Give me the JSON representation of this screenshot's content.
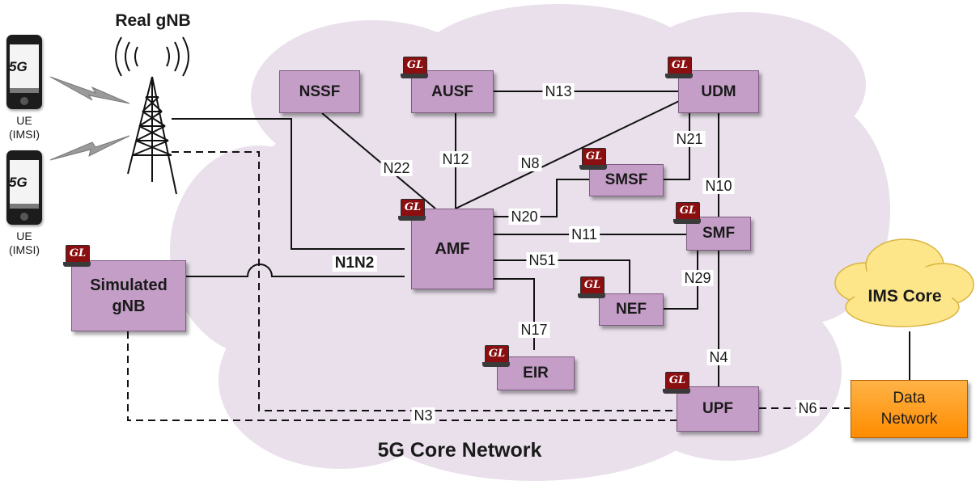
{
  "title": "Real gNB",
  "cloud_label": "5G Core Network",
  "ims_label": "IMS Core",
  "ue": {
    "line1": "UE",
    "line2": "(IMSI)",
    "screen_text": "5G"
  },
  "gl_badge": "GL",
  "nodes": {
    "nssf": "NSSF",
    "ausf": "AUSF",
    "udm": "UDM",
    "smsf": "SMSF",
    "amf": "AMF",
    "smf": "SMF",
    "nef": "NEF",
    "eir": "EIR",
    "upf": "UPF",
    "sim_gnb_1": "Simulated",
    "sim_gnb_2": "gNB",
    "dn_1": "Data",
    "dn_2": "Network"
  },
  "interfaces": {
    "n13": "N13",
    "n12": "N12",
    "n22": "N22",
    "n8": "N8",
    "n21": "N21",
    "n10": "N10",
    "n20": "N20",
    "n11": "N11",
    "n51": "N51",
    "n29": "N29",
    "n17": "N17",
    "n4": "N4",
    "n6": "N6",
    "n3": "N3",
    "n1n2": "N1N2"
  },
  "colors": {
    "nf_fill": "#c49ec7",
    "cloud": "#e9e0eb",
    "ims_cloud": "#fde68a",
    "data_network": "#ff9a1a",
    "gl_badge": "#8b0f10"
  },
  "icons": [
    "gl-laptop-icon",
    "radio-tower-icon",
    "smartphone-icon",
    "lightning-icon"
  ]
}
